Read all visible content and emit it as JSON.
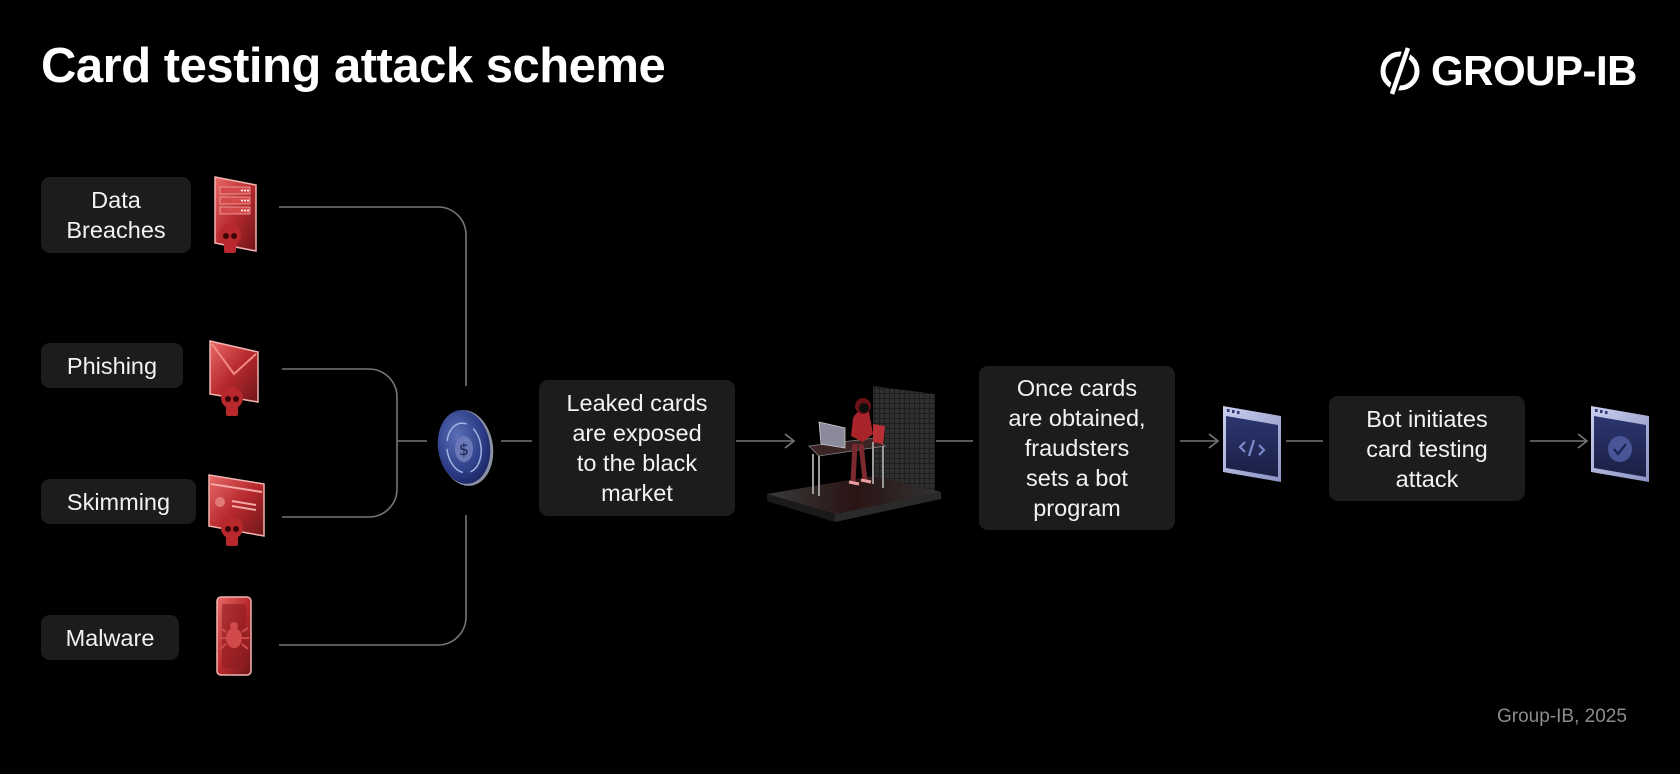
{
  "header": {
    "title": "Card testing attack scheme",
    "logo_text": "GROUP-IB",
    "logo_icon": "group-ib-logo-icon"
  },
  "sources": [
    {
      "label": "Data\nBreaches",
      "icon": "server-skull-icon"
    },
    {
      "label": "Phishing",
      "icon": "envelope-skull-icon"
    },
    {
      "label": "Skimming",
      "icon": "card-skull-icon"
    },
    {
      "label": "Malware",
      "icon": "phone-bug-icon"
    }
  ],
  "hub": {
    "icon": "dollar-exchange-coin-icon"
  },
  "steps": [
    {
      "label": "Leaked cards\nare exposed\nto the black\nmarket"
    },
    {
      "illustration": "hacker-at-desk-illustration"
    },
    {
      "label": "Once cards\nare obtained,\nfraudsters\nsets a bot\nprogram"
    },
    {
      "icon": "code-window-icon"
    },
    {
      "label": "Bot initiates\ncard testing\nattack"
    },
    {
      "icon": "check-window-icon"
    }
  ],
  "footer": {
    "credit": "Group-IB, 2025"
  },
  "colors": {
    "background": "#000000",
    "box": "#1c1c1c",
    "connector": "#767676",
    "threat_red": "#c8383c",
    "bot_blue": "#3b4a8f"
  }
}
